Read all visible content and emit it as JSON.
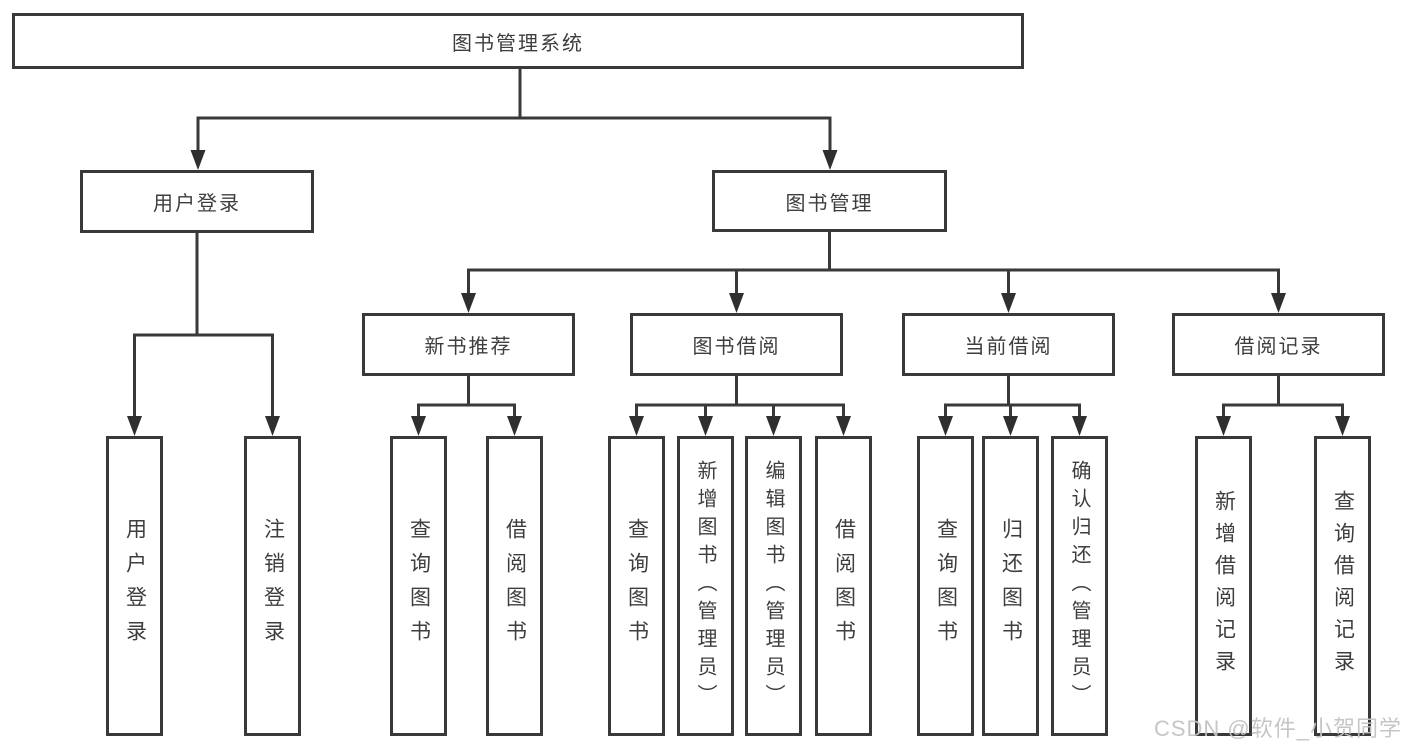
{
  "tree": {
    "label": "图书管理系统",
    "children": [
      {
        "label": "用户登录",
        "children": [
          {
            "label": "用户登录"
          },
          {
            "label": "注销登录"
          }
        ]
      },
      {
        "label": "图书管理",
        "children": [
          {
            "label": "新书推荐",
            "children": [
              {
                "label": "查询图书"
              },
              {
                "label": "借阅图书"
              }
            ]
          },
          {
            "label": "图书借阅",
            "children": [
              {
                "label": "查询图书"
              },
              {
                "label": "新增图书（管理员）"
              },
              {
                "label": "编辑图书（管理员）"
              },
              {
                "label": "借阅图书"
              }
            ]
          },
          {
            "label": "当前借阅",
            "children": [
              {
                "label": "查询图书"
              },
              {
                "label": "归还图书"
              },
              {
                "label": "确认归还（管理员）"
              }
            ]
          },
          {
            "label": "借阅记录",
            "children": [
              {
                "label": "新增借阅记录"
              },
              {
                "label": "查询借阅记录"
              }
            ]
          }
        ]
      }
    ]
  },
  "watermark": {
    "text": "CSDN @软件_小贺同学"
  },
  "colors": {
    "line": "#393939",
    "arrow": "#2f2f2f",
    "text": "#3e3e3e",
    "box_fill": "#ffffff",
    "watermark": "#c3c3c3",
    "background": "#ffffff"
  }
}
